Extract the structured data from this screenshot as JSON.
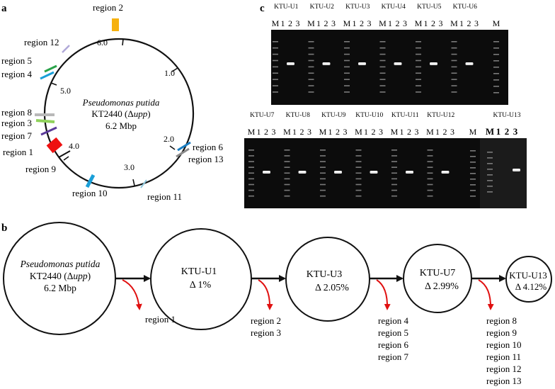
{
  "panel_labels": {
    "a": "a",
    "b": "b",
    "c": "c"
  },
  "genome_map": {
    "organism": "Pseudomonas putida",
    "strain": "KT2440 (",
    "strain_delta": "Δ",
    "strain_gene": "upp",
    "strain_close": ")",
    "size": "6.2 Mbp",
    "scale_ticks": [
      "1.0",
      "2.0",
      "3.0",
      "4.0",
      "5.0",
      "6.0"
    ],
    "regions": [
      {
        "label": "region 1",
        "color": "#ee1111"
      },
      {
        "label": "region 2",
        "color": "#f6b10f"
      },
      {
        "label": "region 3",
        "color": "#8fd15a"
      },
      {
        "label": "region 4",
        "color": "#1a9fd8"
      },
      {
        "label": "region 5",
        "color": "#2aa34a"
      },
      {
        "label": "region 6",
        "color": "#1a7ec2"
      },
      {
        "label": "region 7",
        "color": "#5a3a9a"
      },
      {
        "label": "region 8",
        "color": "#b8b8b8"
      },
      {
        "label": "region 9",
        "color": "#111111"
      },
      {
        "label": "region 10",
        "color": "#1a9fd8"
      },
      {
        "label": "region 11",
        "color": "#8fc8dc"
      },
      {
        "label": "region 12",
        "color": "#b0a8d8"
      },
      {
        "label": "region 13",
        "color": "#8a8a8a"
      }
    ]
  },
  "lineage": {
    "parent": {
      "organism": "Pseudomonas putida",
      "strain": "KT2440 (",
      "strain_delta": "Δ",
      "strain_gene": "upp",
      "strain_close": ")",
      "size": "6.2 Mbp"
    },
    "strains": [
      {
        "name": "KTU-U1",
        "delta": "Δ 1%"
      },
      {
        "name": "KTU-U3",
        "delta": "Δ 2.05%"
      },
      {
        "name": "KTU-U7",
        "delta": "Δ 2.99%"
      },
      {
        "name": "KTU-U13",
        "delta": "Δ 4.12%"
      }
    ],
    "deletions": [
      [
        "region 1"
      ],
      [
        "region 2",
        "region 3"
      ],
      [
        "region 4",
        "region 5",
        "region 6",
        "region 7"
      ],
      [
        "region 8",
        "region 9",
        "region 10",
        "region 11",
        "region 12",
        "region 13"
      ]
    ]
  },
  "gels": {
    "top_strains": [
      "KTU-U1",
      "KTU-U2",
      "KTU-U3",
      "KTU-U4",
      "KTU-U5",
      "KTU-U6"
    ],
    "bottom_strains": [
      "KTU-U7",
      "KTU-U8",
      "KTU-U9",
      "KTU-U10",
      "KTU-U11",
      "KTU-U12"
    ],
    "extra_strain": "KTU-U13",
    "lane_labels": [
      "M",
      "1",
      "2",
      "3"
    ],
    "final_marker": "M"
  }
}
